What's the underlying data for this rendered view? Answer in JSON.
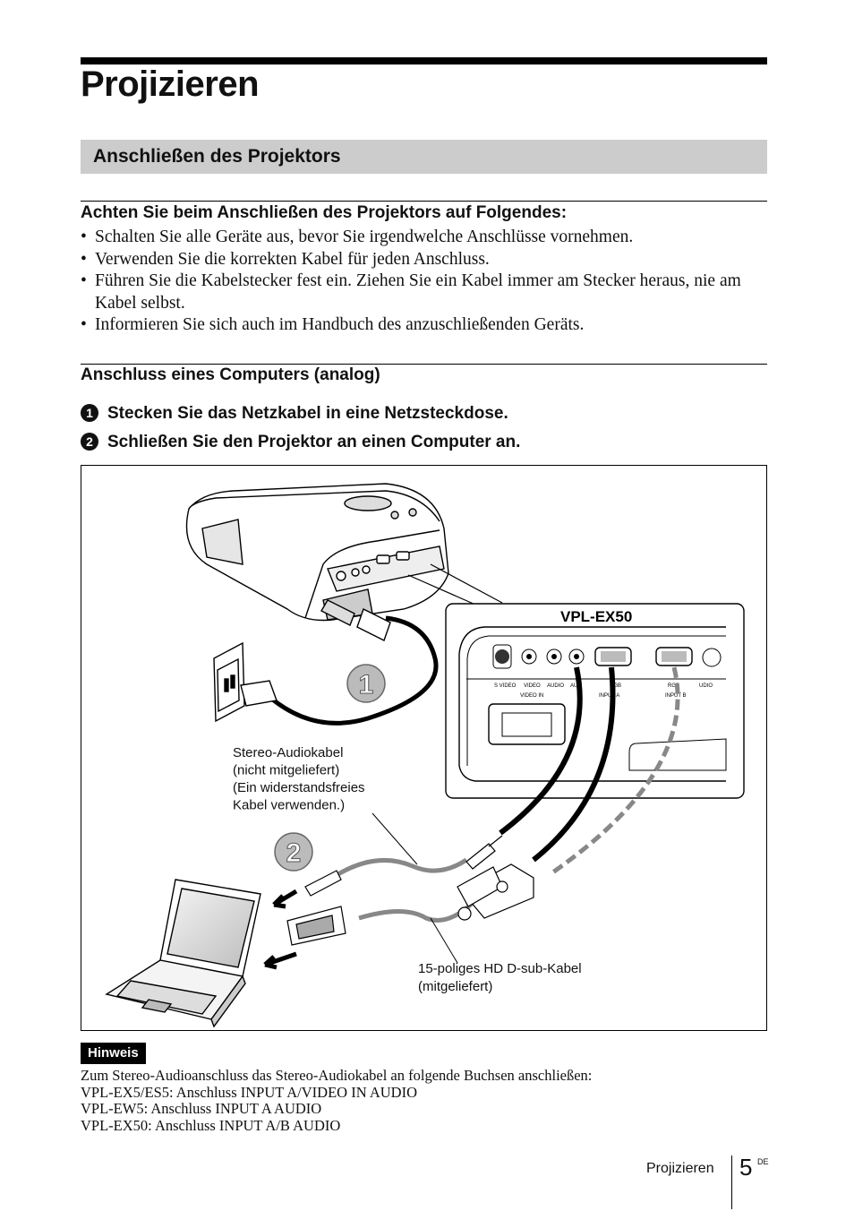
{
  "page": {
    "title": "Projizieren",
    "section_title": "Anschließen des Projektors",
    "precautions": {
      "heading": "Achten Sie beim Anschließen des Projektors auf Folgendes:",
      "items": [
        "Schalten Sie alle Geräte aus, bevor Sie irgendwelche Anschlüsse vornehmen.",
        "Verwenden Sie die korrekten Kabel für jeden Anschluss.",
        "Führen Sie die Kabelstecker fest ein. Ziehen Sie ein Kabel immer am Stecker heraus, nie am Kabel selbst.",
        "Informieren Sie sich auch im Handbuch des anzuschließenden Geräts."
      ]
    },
    "subsection_title": "Anschluss eines Computers (analog)",
    "steps": [
      {
        "number": "1",
        "text": "Stecken Sie das Netzkabel in eine Netzsteckdose."
      },
      {
        "number": "2",
        "text": "Schließen Sie den Projektor an einen Computer an."
      }
    ],
    "figure": {
      "model_label": "VPL-EX50",
      "callout_1": "1",
      "callout_2": "2",
      "audio_cable_label": [
        "Stereo-Audiokabel",
        "(nicht mitgeliefert)",
        "(Ein widerstandsfreies",
        "Kabel verwenden.)"
      ],
      "dsub_cable_label": [
        "15-poliges HD D-sub-Kabel",
        "(mitgeliefert)"
      ],
      "panel_labels": [
        "S VIDEO",
        "VIDEO",
        "AUDIO",
        "AUD",
        "RGB",
        "RGB",
        "UDIO"
      ],
      "panel_group_labels": [
        "VIDEO IN",
        "INPUT A",
        "INPUT B"
      ]
    },
    "note": {
      "badge": "Hinweis",
      "lines": [
        "Zum Stereo-Audioanschluss das Stereo-Audiokabel an folgende Buchsen anschließen:",
        "VPL-EX5/ES5: Anschluss INPUT A/VIDEO IN AUDIO",
        "VPL-EW5: Anschluss INPUT A AUDIO",
        "VPL-EX50: Anschluss INPUT A/B AUDIO"
      ]
    },
    "footer": {
      "section": "Projizieren",
      "page_number": "5",
      "lang": "DE"
    }
  }
}
